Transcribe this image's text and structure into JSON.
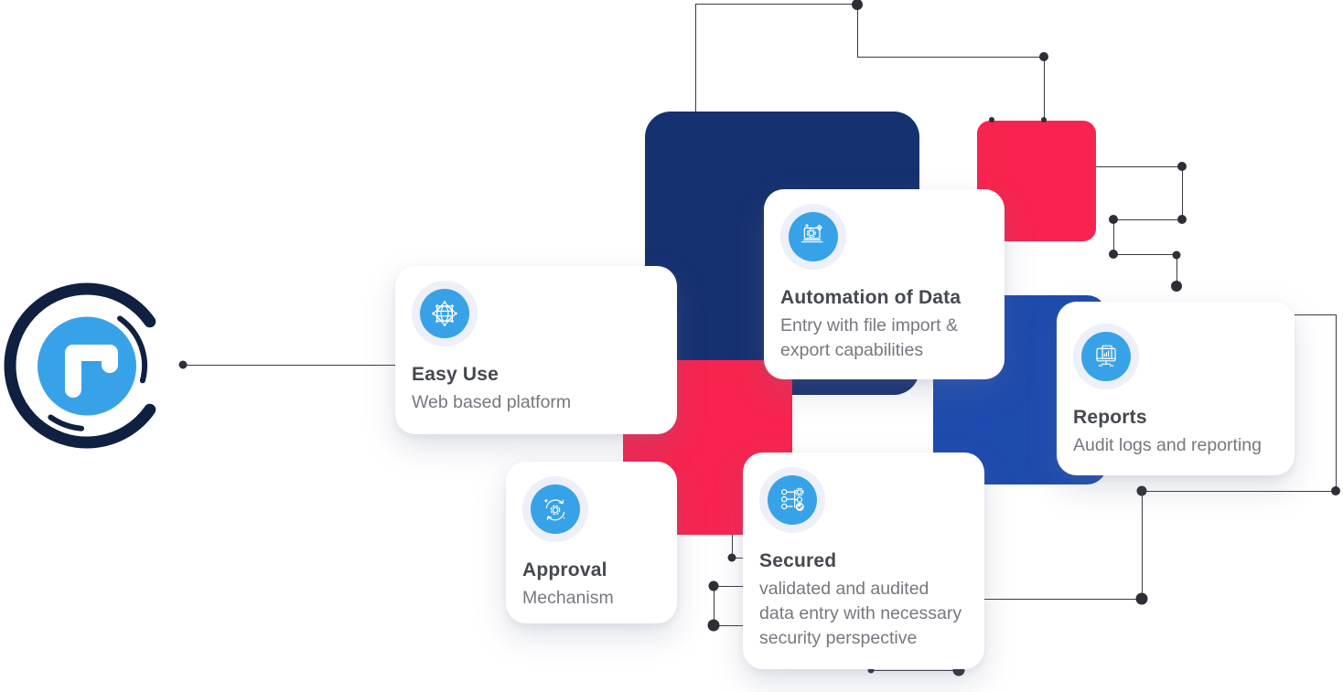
{
  "brand": {
    "mark": "r-letter-logo"
  },
  "colors": {
    "navy_rect": "#16316f",
    "red_rect": "#f8244f",
    "royal_blue_rect": "#1e4bae",
    "icon_blue": "#38a2e8",
    "icon_halo": "#edeff9",
    "logo_ring": "#0f2040",
    "title_text": "#45484f",
    "description_text": "#75787f",
    "connector": "#3a3b42"
  },
  "cards": [
    {
      "id": "easy-use",
      "icon": "globe-network-icon",
      "title": "Easy Use",
      "description": "Web based platform"
    },
    {
      "id": "automation",
      "icon": "laptop-gear-icon",
      "title": "Automation of Data",
      "description": "Entry with file import & export capabilities"
    },
    {
      "id": "approval",
      "icon": "sync-gear-icon",
      "title": "Approval",
      "description": "Mechanism"
    },
    {
      "id": "secured",
      "icon": "flow-check-icon",
      "title": "Secured",
      "description": "validated and audited data entry with necessary security perspective"
    },
    {
      "id": "reports",
      "icon": "monitor-chart-icon",
      "title": "Reports",
      "description": "Audit logs and reporting"
    }
  ]
}
